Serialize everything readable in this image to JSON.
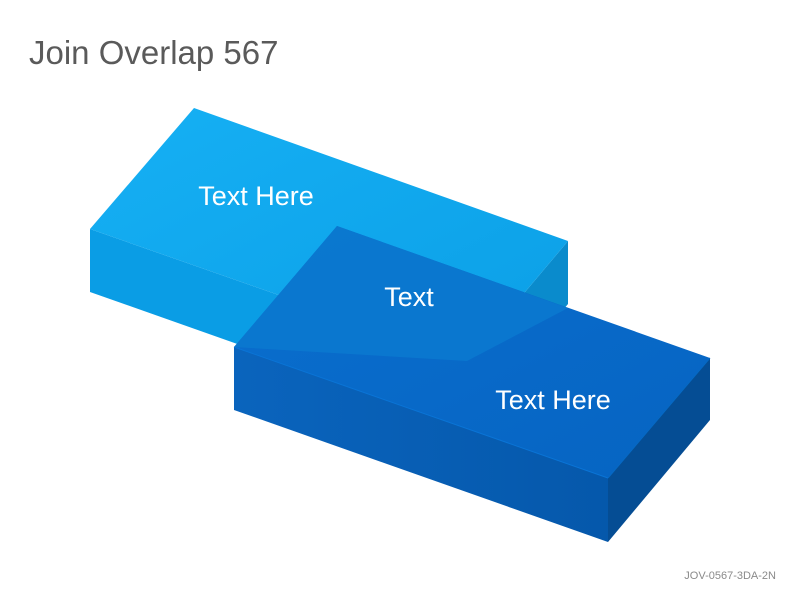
{
  "slide": {
    "title": "Join Overlap 567",
    "code": "JOV-0567-3DA-2N"
  },
  "diagram": {
    "back_box_label": "Text Here",
    "overlap_label": "Text",
    "front_box_label": "Text Here",
    "colors": {
      "back_top": "#0ea8ef",
      "back_front": "#0a9de5",
      "back_right": "#0a8fd0",
      "front_top": "#0766c6",
      "front_front": "#065fb7",
      "front_right": "#054c91",
      "overlap": "#0b73c9"
    }
  }
}
